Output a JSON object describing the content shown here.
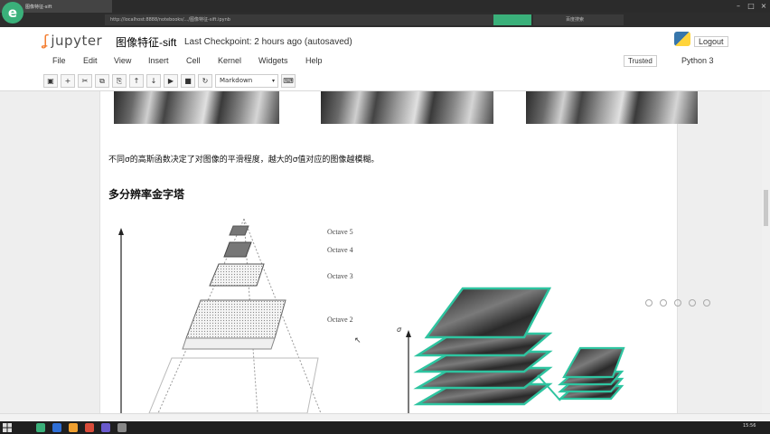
{
  "browser": {
    "tab_title": "图像特征-sift",
    "url": "http://localhost:8888/notebooks/.../图像特征-sift.ipynb",
    "go_label": "",
    "search_placeholder": "百度搜索"
  },
  "notebook": {
    "logo_text": "jupyter",
    "title": "图像特征-sift",
    "checkpoint": "Last Checkpoint: 2 hours ago (autosaved)",
    "logout_label": "Logout",
    "trusted_label": "Trusted",
    "kernel_name": "Python 3"
  },
  "menu": {
    "items": [
      "File",
      "Edit",
      "View",
      "Insert",
      "Cell",
      "Kernel",
      "Widgets",
      "Help"
    ]
  },
  "toolbar": {
    "cell_type": "Markdown"
  },
  "content": {
    "caption": "不同σ的高斯函数决定了对图像的平滑程度，越大的σ值对应的图像越模糊。",
    "heading": "多分辨率金字塔",
    "octaves": [
      "Octave 5",
      "Octave 4",
      "Octave 3",
      "Octave 2"
    ],
    "axis_symbol": "σ"
  },
  "taskbar": {
    "clock": "15:56"
  },
  "colors": {
    "accent_green": "#3ab07a",
    "stack_border": "#2ec4a0",
    "jupyter_orange": "#f37726"
  }
}
